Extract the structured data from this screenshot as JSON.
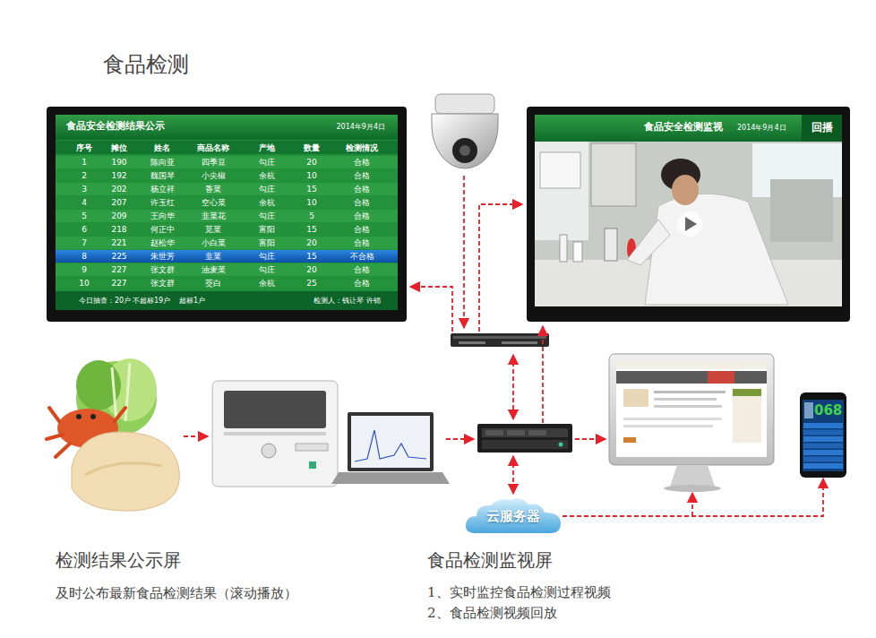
{
  "diagram": {
    "title": "食品检测",
    "nodes": [
      {
        "text": [
          "食品安全检测结果公示",
          "2014年9月4日"
        ]
      },
      {
        "text": [
          "食品安全检测监视",
          "2014年9月4日"
        ]
      },
      {
        "text": [
          "回播"
        ],
        "in": 1
      },
      {
        "text": [
          "云服务器"
        ]
      },
      {
        "text": [
          "068"
        ]
      }
    ],
    "edges": [
      {
        "from": 3,
        "to": 4,
        "arrow": "to"
      }
    ],
    "labels": [
      "序号",
      "摊位",
      "姓名",
      "商品名称",
      "产地",
      "数量",
      "检测情况",
      "1",
      "190",
      "陈向亚",
      "四季豆",
      "勾庄",
      "20",
      "合格",
      "2",
      "192",
      "魏国琴",
      "小尖椒",
      "余杭",
      "10",
      "合格",
      "3",
      "202",
      "杨立祥",
      "香菜",
      "勾庄",
      "15",
      "合格",
      "4",
      "207",
      "许玉红",
      "空心菜",
      "余杭",
      "10",
      "合格",
      "5",
      "209",
      "王向华",
      "韭菜花",
      "勾庄",
      "5",
      "合格",
      "6",
      "218",
      "何正中",
      "苋菜",
      "富阳",
      "15",
      "合格",
      "7",
      "221",
      "赵松华",
      "小白菜",
      "富阳",
      "20",
      "合格",
      "8",
      "225",
      "朱世芳",
      "韭菜",
      "勾庄",
      "15",
      "不合格",
      "9",
      "227",
      "张文群",
      "油麦菜",
      "勾庄",
      "20",
      "合格",
      "10",
      "227",
      "张文群",
      "茭白",
      "余杭",
      "25",
      "合格",
      "今日抽查：20户",
      "不超标19户",
      "超标1户",
      "检测人：钱让琴 许锦",
      "检测结果公示屏",
      "及时公布最新食品检测结果（滚动播放）",
      "食品检测监视屏",
      "1、实时监控食品检测过程视频",
      "2、食品检测视频回放"
    ]
  }
}
